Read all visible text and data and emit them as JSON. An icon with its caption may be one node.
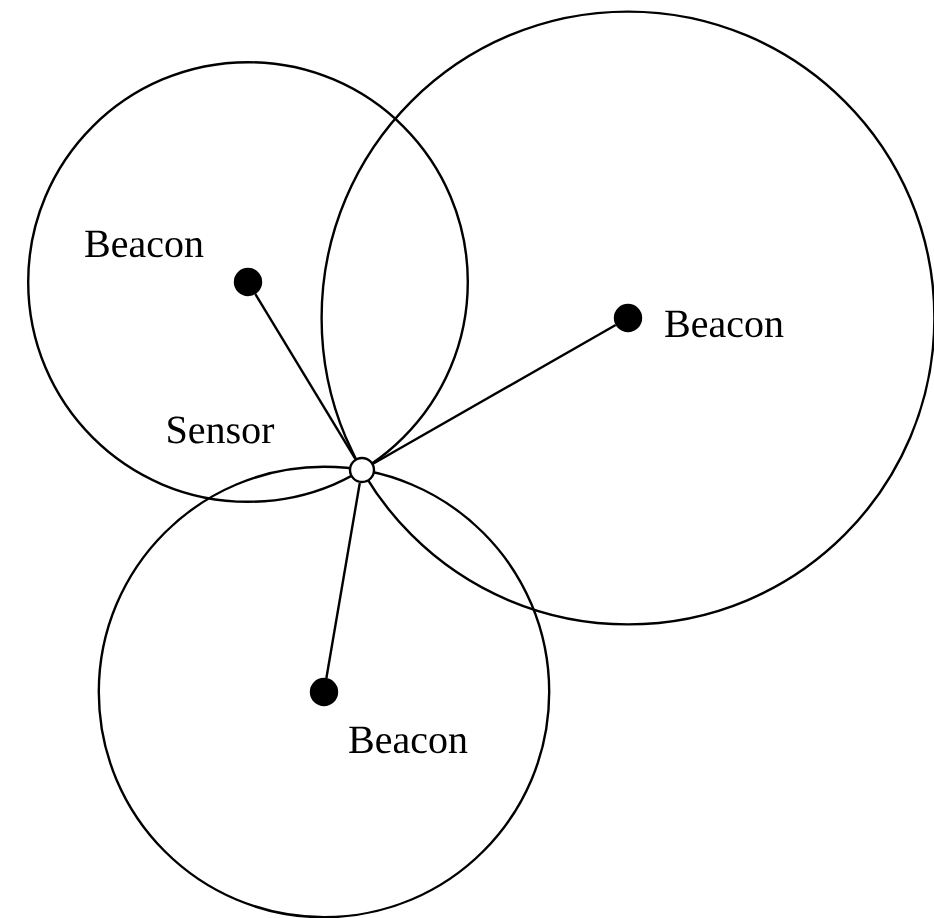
{
  "diagram": {
    "nodes": [
      {
        "text": [],
        "shape": "circle",
        "beside": [
          "Sensor"
        ]
      },
      {
        "text": [],
        "shape": "circle",
        "beside": [
          "Beacon"
        ]
      },
      {
        "text": [],
        "shape": "circle",
        "beside": [
          "Beacon"
        ]
      },
      {
        "text": [],
        "shape": "circle",
        "beside": [
          "Beacon"
        ]
      }
    ],
    "edges": [
      {
        "from": 0,
        "to": 1,
        "arrow": "none"
      },
      {
        "from": 0,
        "to": 2,
        "arrow": "none"
      },
      {
        "from": 0,
        "to": 3,
        "arrow": "none"
      }
    ]
  }
}
